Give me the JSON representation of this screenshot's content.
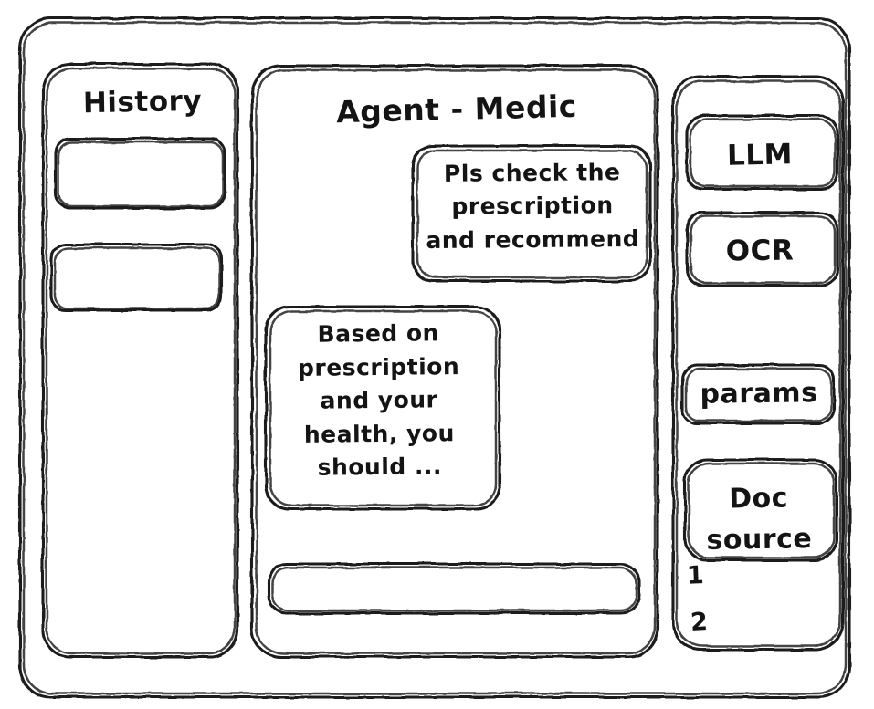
{
  "window": {
    "title": "Agent - Medic",
    "style": "hand-drawn wireframe",
    "stroke_color": "#1a1a1a",
    "background_color": "#ffffff"
  },
  "sidebar_left": {
    "title": "History",
    "items": [
      {
        "label": "",
        "name": "history-item-1"
      },
      {
        "label": "",
        "name": "history-item-2"
      }
    ]
  },
  "main": {
    "title": "Agent - Medic",
    "messages": [
      {
        "role": "user",
        "text": "Pls check the\nprescription\nand recommend"
      },
      {
        "role": "agent",
        "text": "Based on\nprescription\nand your\nhealth, you\nshould ..."
      }
    ],
    "composer": {
      "value": "",
      "placeholder": ""
    }
  },
  "sidebar_right": {
    "tools": [
      {
        "label": "LLM",
        "name": "tool-llm"
      },
      {
        "label": "OCR",
        "name": "tool-ocr"
      },
      {
        "label": "params",
        "name": "tool-params"
      }
    ],
    "doc_source": {
      "label": "Doc\nsource",
      "items": [
        "1",
        "2"
      ]
    }
  }
}
